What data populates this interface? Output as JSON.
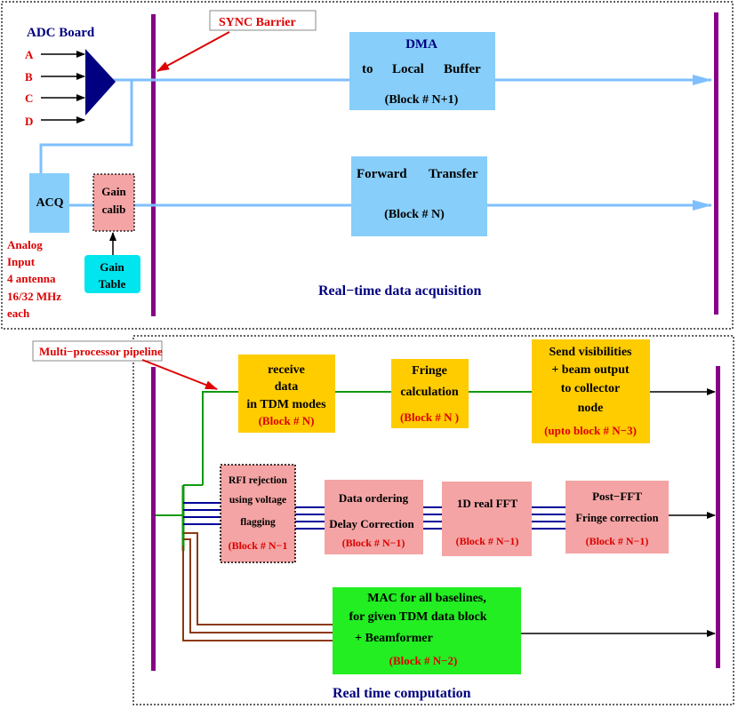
{
  "colors": {
    "navy": "#000080",
    "red": "#dd0000",
    "purple": "#880088",
    "lightblue": "#87cefa",
    "flowblue": "#7fbfff",
    "pink": "#f4a4a4",
    "gold": "#ffcc00",
    "green": "#22ee22",
    "cyan": "#00e5ee",
    "greenline": "#119911",
    "darkblue": "#000099",
    "brown": "#8b3a0f"
  },
  "top": {
    "adc_board": "ADC Board",
    "inputs": [
      "A",
      "B",
      "C",
      "D"
    ],
    "sync_barrier": "SYNC Barrier",
    "dma": [
      "DMA",
      "to",
      "Local",
      "Buffer",
      "(Block # N+1)"
    ],
    "forward": [
      "Forward",
      "Transfer",
      "(Block # N)"
    ],
    "acq": "ACQ",
    "gain_calib": [
      "Gain",
      "calib"
    ],
    "gain_table": [
      "Gain",
      "Table"
    ],
    "analog": [
      "Analog",
      "Input",
      "4 antenna",
      "16/32 MHz",
      "each"
    ],
    "section_label": "Real−time data acquisition"
  },
  "bottom": {
    "pipeline_label": "Multi−processor pipeline",
    "receive": [
      "receive",
      "data",
      "in TDM modes",
      "(Block # N)"
    ],
    "fringe": [
      "Fringe",
      "calculation",
      "(Block # N )"
    ],
    "send": [
      "Send visibilities",
      "+ beam output",
      "to collector",
      "node",
      "(upto block # N−3)"
    ],
    "rfi": [
      "RFI rejection",
      "using voltage",
      "flagging",
      "(Block # N−1"
    ],
    "ordering": [
      "Data ordering",
      "Delay Correction",
      "(Block # N−1)"
    ],
    "fft": [
      "1D real FFT",
      "(Block # N−1)"
    ],
    "postfft": [
      "Post−FFT",
      "Fringe correction",
      "(Block # N−1)"
    ],
    "mac": [
      "MAC for all baselines,",
      "for given TDM data block",
      "+ Beamformer",
      "(Block # N−2)"
    ],
    "section_label": "Real time computation"
  }
}
